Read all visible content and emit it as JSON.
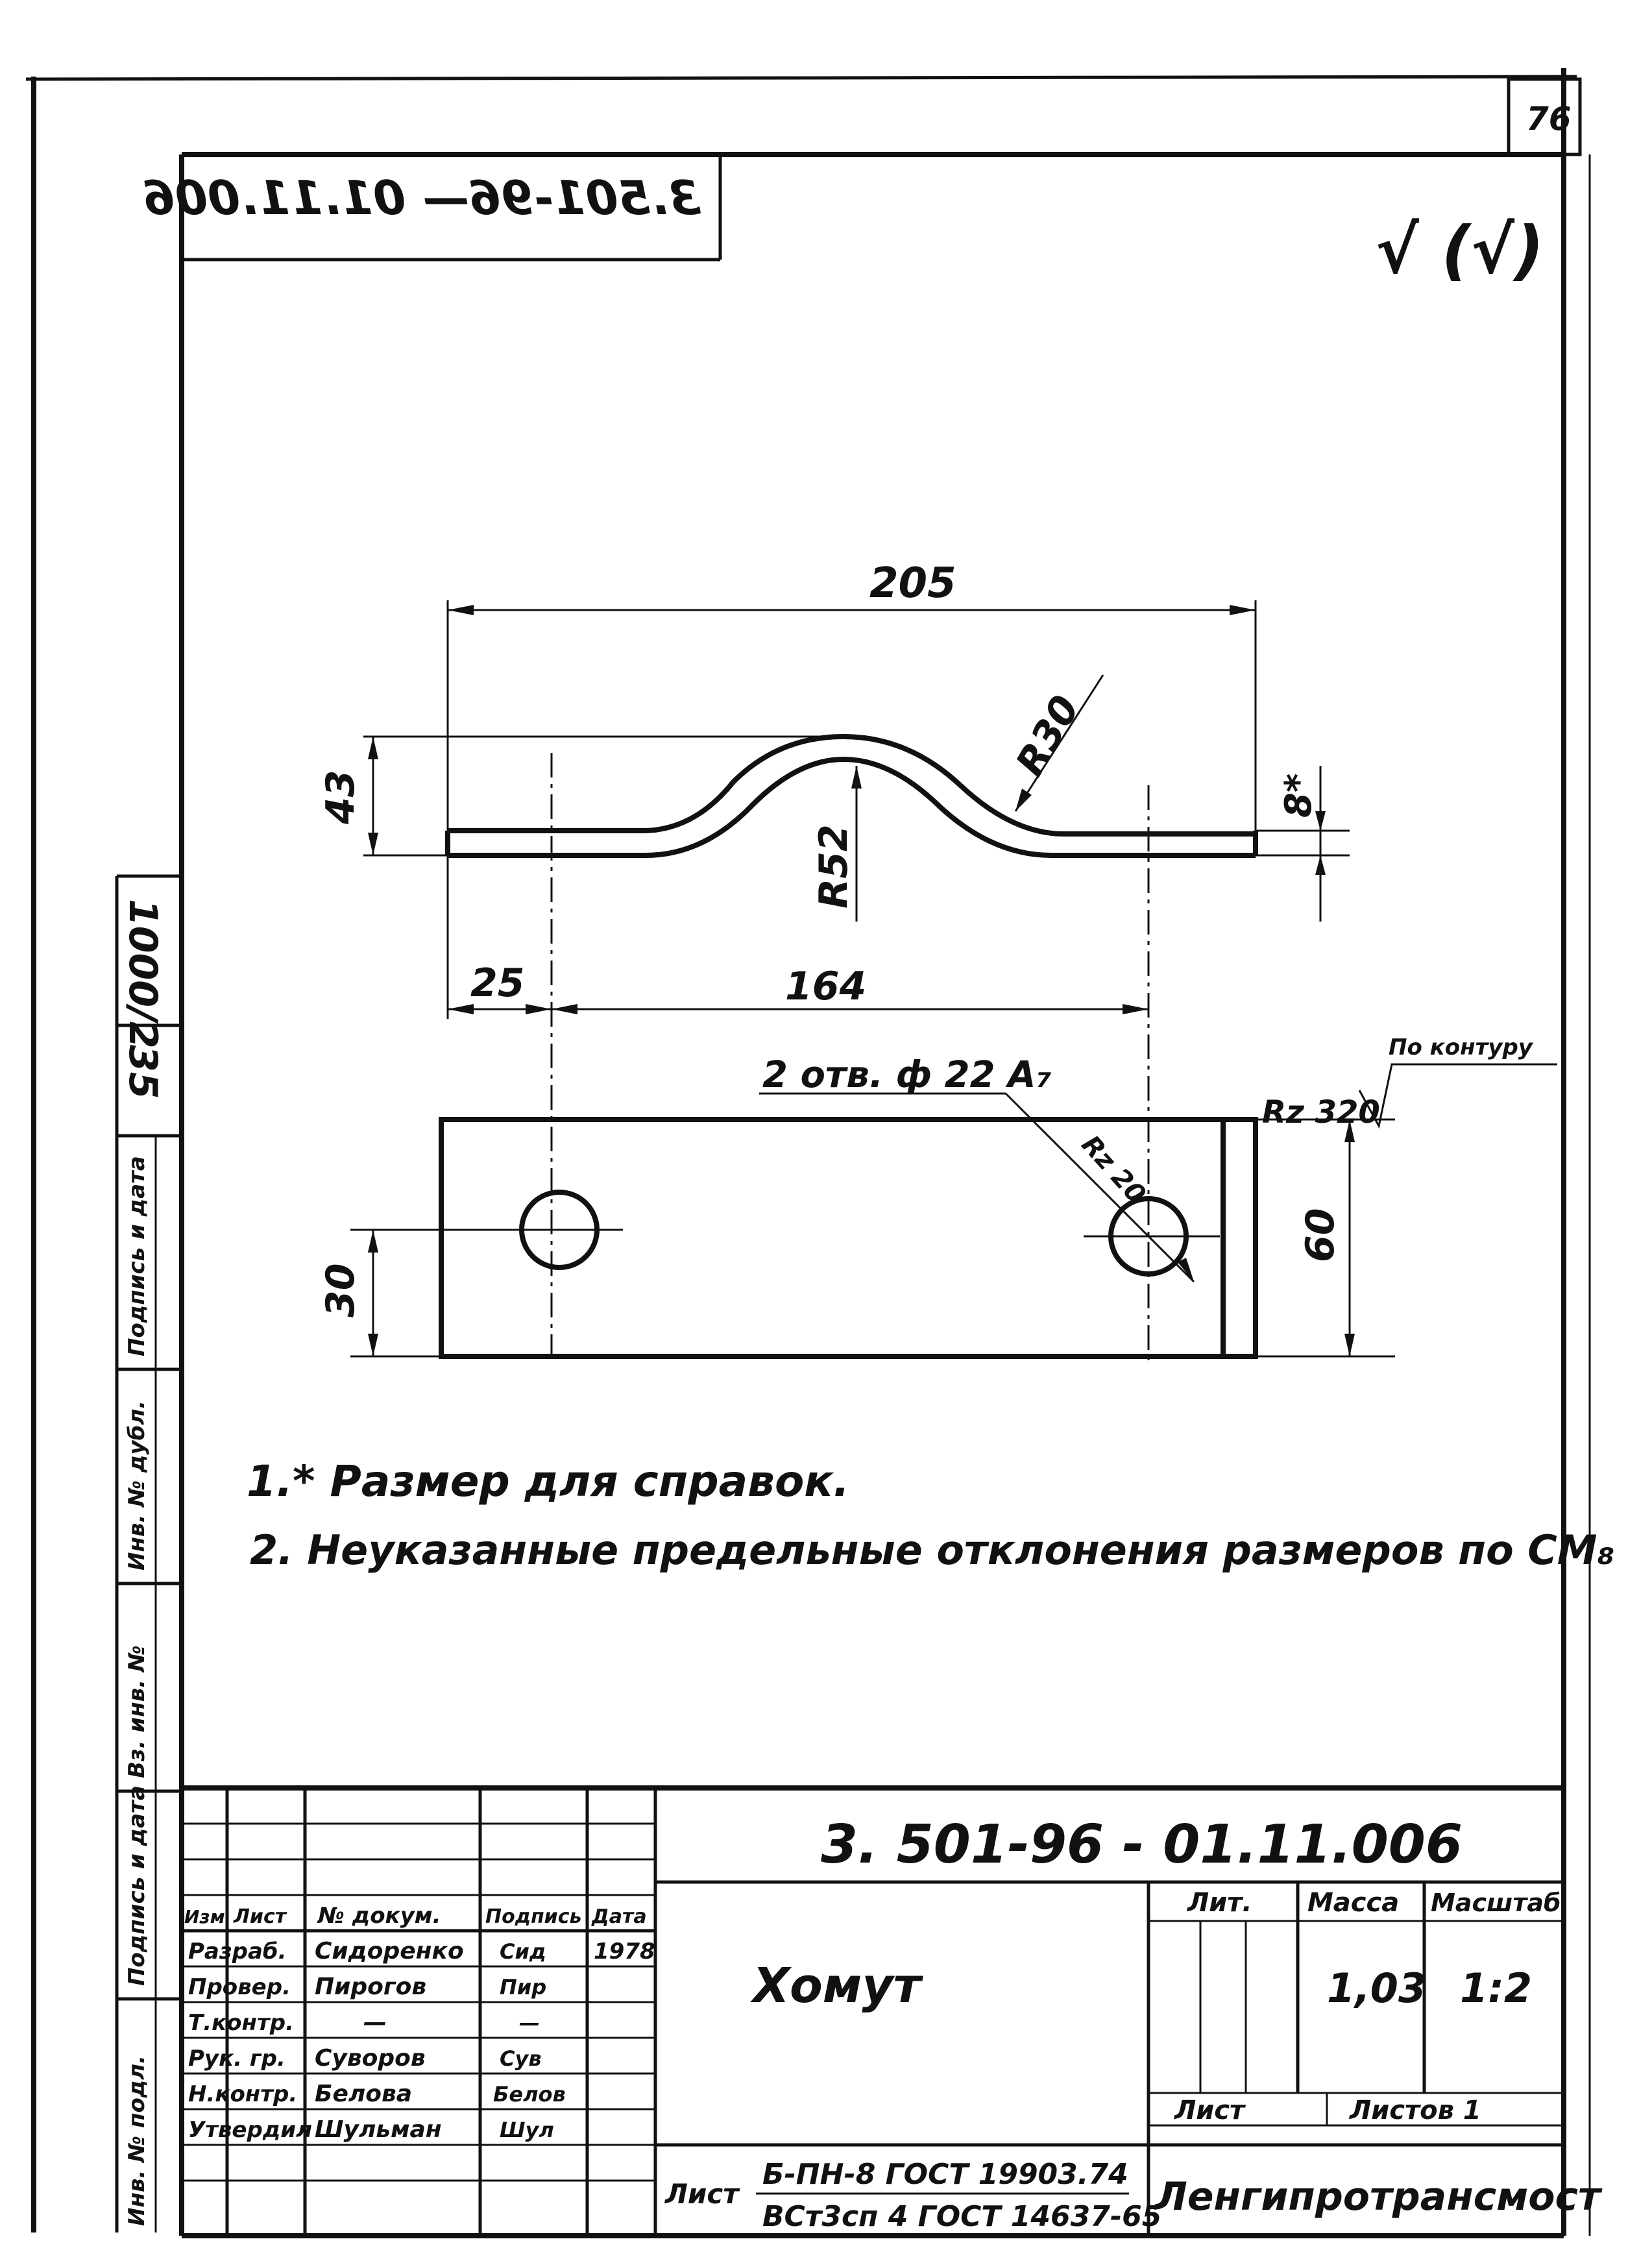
{
  "sheet": {
    "page_number": "76",
    "mirrored_code": "3.501-96— 01.11.006",
    "roughness_mark": "√ (√)"
  },
  "drawing": {
    "dim_overall_length": "205",
    "dim_height": "43",
    "dim_thickness": "8*",
    "dim_radius_outer": "R30",
    "dim_radius_inner": "R52",
    "dim_offset": "25",
    "dim_hole_spacing": "164",
    "dim_width": "60",
    "dim_hole_center": "30",
    "holes_callout": "2 отв. ф 22 А₇",
    "hole_roughness": "Rz 20",
    "contour_roughness": "Rz 320",
    "contour_note": "По контуру"
  },
  "notes": [
    "1.* Размер для справок.",
    "2. Неуказанные предельные отклонения размеров по СМ₈"
  ],
  "side_stamp": {
    "ref_number": "1000/2",
    "ref_number2": "35",
    "fields": [
      "Подпись и дата",
      "Инв. № дубл.",
      "Вз. инв. №",
      "Подпись и дата",
      "Инв. № подл."
    ]
  },
  "title_block": {
    "designation": "3. 501-96 - 01.11.006",
    "name": "Хомут",
    "headers": {
      "change": "Изм",
      "sheet": "Лист",
      "doc_no": "№ докум.",
      "signature": "Подпись",
      "date": "Дата"
    },
    "roles": [
      {
        "role": "Разраб.",
        "name": "Сидоренко",
        "sign": "Сид",
        "date": "1978"
      },
      {
        "role": "Провер.",
        "name": "Пирогов",
        "sign": "Пир",
        "date": ""
      },
      {
        "role": "Т.контр.",
        "name": "—",
        "sign": "—",
        "date": ""
      },
      {
        "role": "Рук. гр.",
        "name": "Суворов",
        "sign": "Сув",
        "date": ""
      },
      {
        "role": "Н.контр.",
        "name": "Белова",
        "sign": "Белов",
        "date": ""
      },
      {
        "role": "Утвердил",
        "name": "Шульман",
        "sign": "Шул",
        "date": ""
      }
    ],
    "lit_label": "Лит.",
    "mass_label": "Масса",
    "scale_label": "Масштаб",
    "mass": "1,03",
    "scale": "1:2",
    "sheet_label": "Лист",
    "sheets_label": "Листов 1",
    "material_prefix": "Лист",
    "material_top": "Б-ПН-8 ГОСТ 19903.74",
    "material_bottom": "ВСт3сп 4 ГОСТ 14637-65",
    "organization": "Ленгипротрансмост"
  }
}
